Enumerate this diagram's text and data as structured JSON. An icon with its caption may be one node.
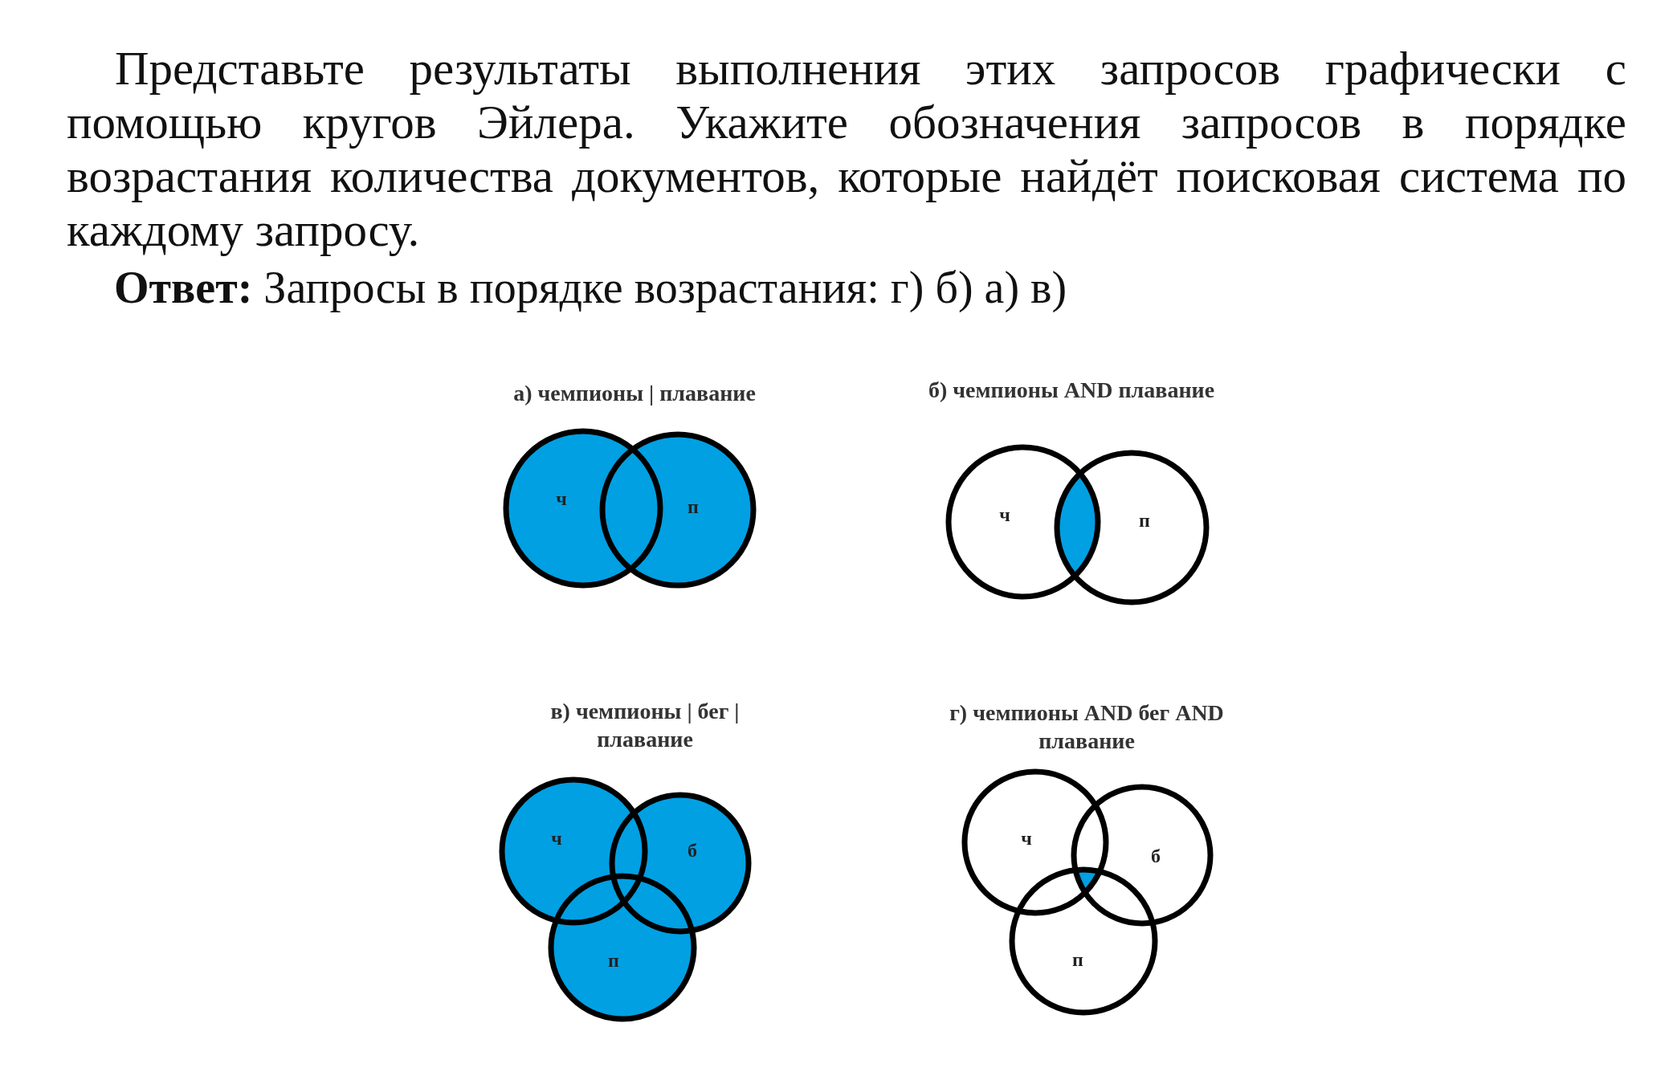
{
  "diagram": {
    "nodes": [
      {
        "text": [
          "ч"
        ]
      },
      {
        "text": [
          "п"
        ]
      },
      {
        "text": [
          "ч"
        ]
      },
      {
        "text": [
          "п"
        ]
      },
      {
        "text": [
          "ч"
        ]
      },
      {
        "text": [
          "б"
        ]
      },
      {
        "text": [
          "п"
        ]
      },
      {
        "text": [
          "ч"
        ]
      },
      {
        "text": [
          "б"
        ]
      },
      {
        "text": [
          "п"
        ]
      }
    ],
    "edges": [],
    "labels": [
      "Представьте результаты выполнения этих запросов графически с помощью кругов Эйлера. Укажите обозначения запросов в порядке возрастания количества документов, которые найдёт поисковая система по каждому запросу.",
      "**Ответ:** Запросы в порядке возрастания: г) б) а) в)",
      "а) чемпионы | плавание",
      "б) чемпионы AND плавание",
      "в) чемпионы | бег | плавание",
      "г) чемпионы AND бег AND плавание"
    ]
  }
}
